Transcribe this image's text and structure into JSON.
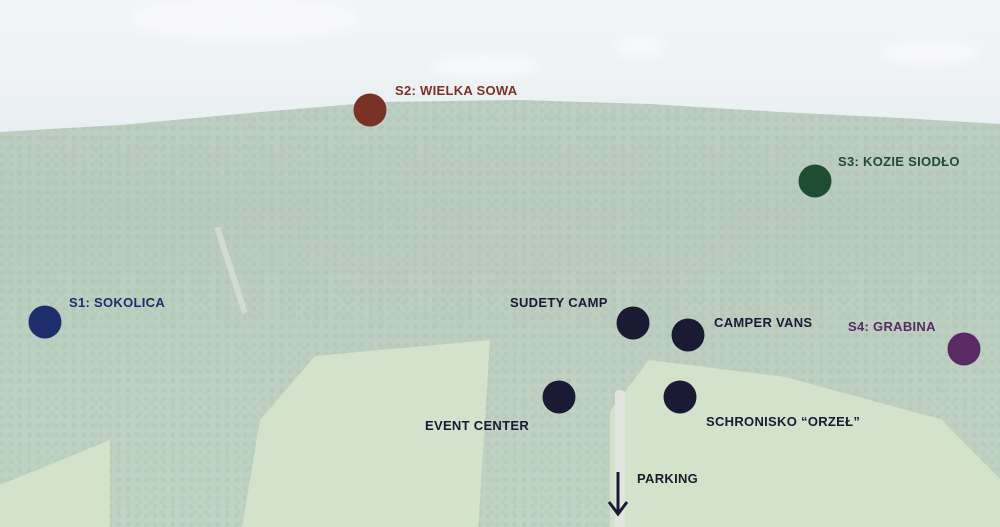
{
  "map": {
    "colors": {
      "s1": "#1e2d6b",
      "s2": "#7a3226",
      "s3": "#1f4d32",
      "s4": "#5a2a64",
      "venue": "#1a1a35"
    },
    "markers": [
      {
        "id": "s1",
        "label": "S1: SOKOLICA"
      },
      {
        "id": "s2",
        "label": "S2: WIELKA SOWA"
      },
      {
        "id": "s3",
        "label": "S3: KOZIE SIODŁO"
      },
      {
        "id": "s4",
        "label": "S4: GRABINA"
      },
      {
        "id": "sudety",
        "label": "SUDETY CAMP"
      },
      {
        "id": "camper",
        "label": "CAMPER VANS"
      },
      {
        "id": "event",
        "label": "EVENT CENTER"
      },
      {
        "id": "schronisko",
        "label": "SCHRONISKO “ORZEŁ”"
      }
    ],
    "parking": {
      "label": "PARKING",
      "icon": "arrow-down-icon"
    }
  }
}
